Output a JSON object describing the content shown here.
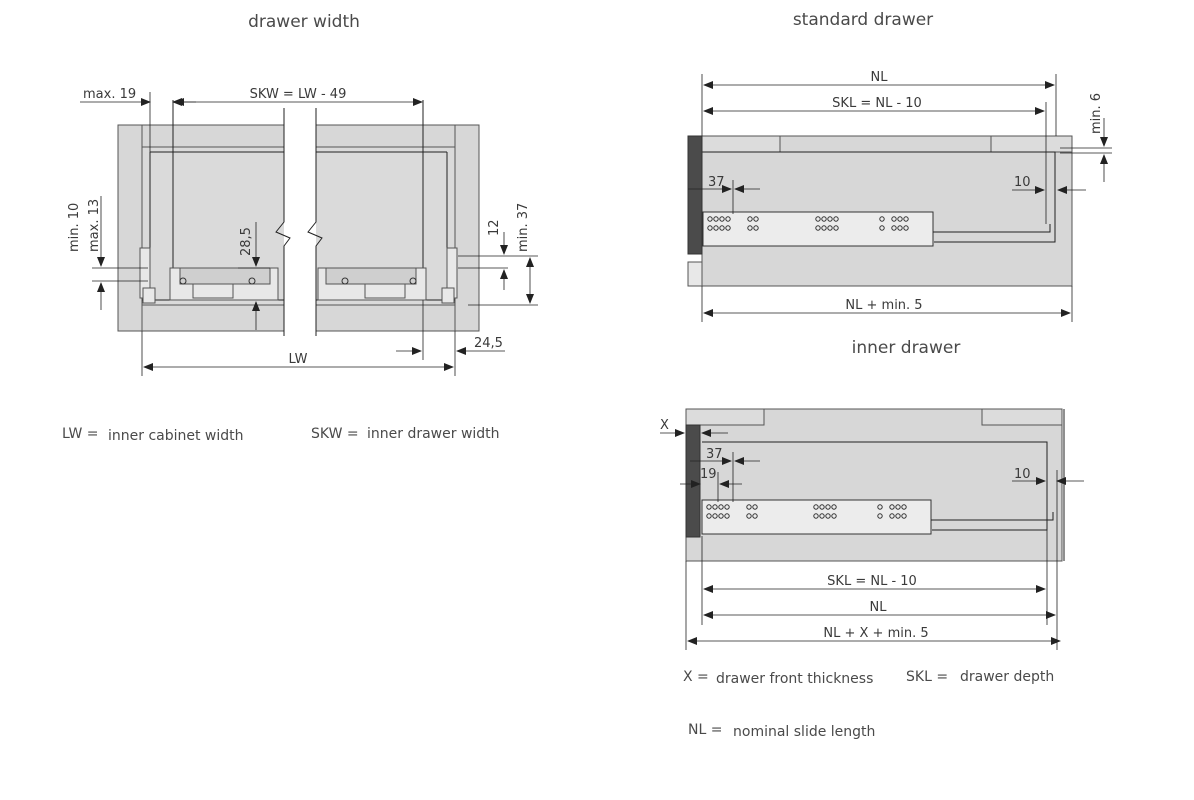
{
  "headings": {
    "drawer_width": "drawer width",
    "standard_drawer": "standard drawer",
    "inner_drawer": "inner drawer"
  },
  "width_view": {
    "max19": "max. 19",
    "skw_formula": "SKW = LW - 49",
    "min10": "min. 10",
    "max13": "max. 13",
    "d28_5": "28,5",
    "d12": "12",
    "min37": "min. 37",
    "d24_5": "24,5",
    "lw": "LW"
  },
  "standard_view": {
    "nl": "NL",
    "skl_formula": "SKL = NL - 10",
    "min6": "min. 6",
    "d37": "37",
    "d10": "10",
    "nl_plus_min5": "NL + min. 5"
  },
  "inner_view": {
    "x": "X",
    "d37": "37",
    "d19": "19",
    "d10": "10",
    "skl_formula": "SKL = NL - 10",
    "nl": "NL",
    "nl_x_min5": "NL + X + min. 5"
  },
  "legend": {
    "lw_key": "LW =",
    "lw_desc": "inner cabinet width",
    "skw_key": "SKW =",
    "skw_desc": "inner drawer width",
    "x_key": "X =",
    "x_desc": "drawer front thickness",
    "skl_key": "SKL =",
    "skl_desc": "drawer depth",
    "nl_key": "NL =",
    "nl_desc": "nominal slide length"
  }
}
